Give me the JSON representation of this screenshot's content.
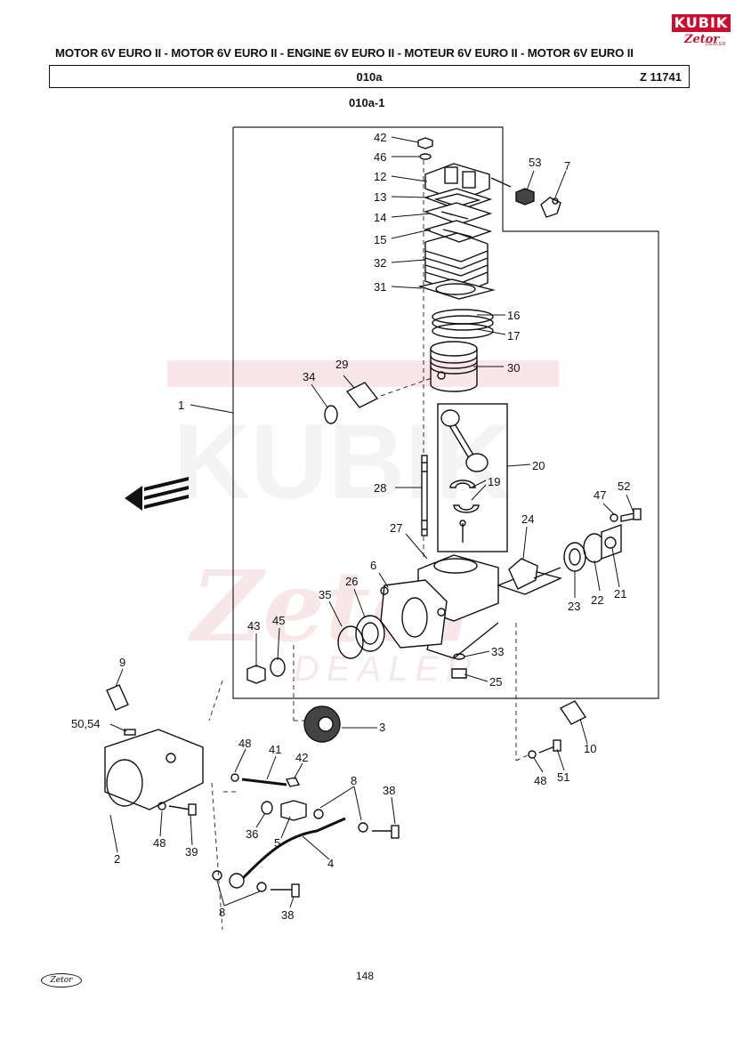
{
  "header": {
    "title": "MOTOR 6V EURO II - MOTOR 6V EURO II - ENGINE 6V EURO II - MOTEUR 6V EURO II - MOTOR 6V EURO II",
    "section_code": "010a",
    "drawing_ref": "Z 11741"
  },
  "subsection_code": "010a-1",
  "page_number": "148",
  "logo": {
    "brand": "KUBIK",
    "sub": "Zetor",
    "tag": "DEALER",
    "color": "#c8102e"
  },
  "footer_logo": "Zetor",
  "watermark": {
    "text_top": "KUBIK",
    "text_mid": "Zetor",
    "text_bottom": "DEALER",
    "color": "#e8b9bd"
  },
  "callouts": {
    "c42a": "42",
    "c46": "46",
    "c12": "12",
    "c13": "13",
    "c14": "14",
    "c15": "15",
    "c32": "32",
    "c31": "31",
    "c53": "53",
    "c7": "7",
    "c16": "16",
    "c17": "17",
    "c30": "30",
    "c29": "29",
    "c34": "34",
    "c1": "1",
    "c20": "20",
    "c19": "19",
    "c28": "28",
    "c47": "47",
    "c52": "52",
    "c27": "27",
    "c24": "24",
    "c6": "6",
    "c26": "26",
    "c35": "35",
    "c23": "23",
    "c22": "22",
    "c21": "21",
    "c43": "43",
    "c45": "45",
    "c33": "33",
    "c25": "25",
    "c9": "9",
    "c5054": "50,54",
    "c3": "3",
    "c10": "10",
    "c48a": "48",
    "c41": "41",
    "c42b": "42",
    "c48c": "48",
    "c51": "51",
    "c8a": "8",
    "c38a": "38",
    "c36": "36",
    "c5": "5",
    "c4": "4",
    "c2": "2",
    "c48b": "48",
    "c39": "39",
    "c8b": "8",
    "c38b": "38"
  }
}
